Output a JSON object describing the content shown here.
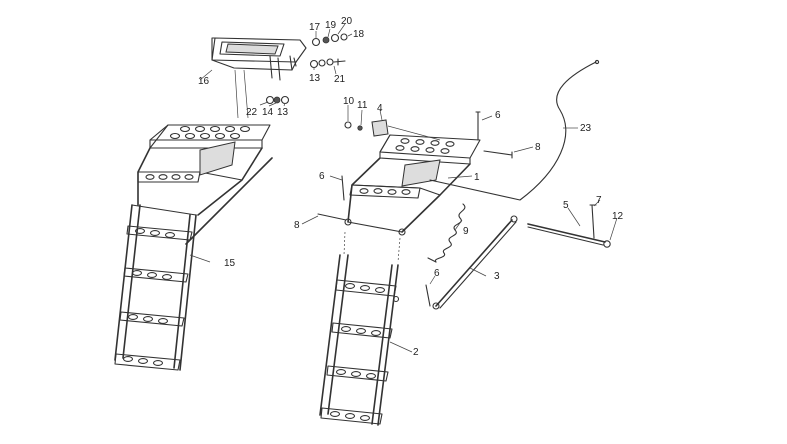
{
  "labels": {
    "l1": "1",
    "l2": "2",
    "l3": "3",
    "l4": "4",
    "l5": "5",
    "l6a": "6",
    "l6b": "6",
    "l6c": "6",
    "l7": "7",
    "l8a": "8",
    "l8b": "8",
    "l9": "9",
    "l10": "10",
    "l11": "11",
    "l12": "12",
    "l13a": "13",
    "l13b": "13",
    "l14": "14",
    "l15": "15",
    "l16": "16",
    "l17": "17",
    "l18": "18",
    "l19": "19",
    "l20": "20",
    "l21": "21",
    "l22": "22",
    "l23": "23"
  }
}
